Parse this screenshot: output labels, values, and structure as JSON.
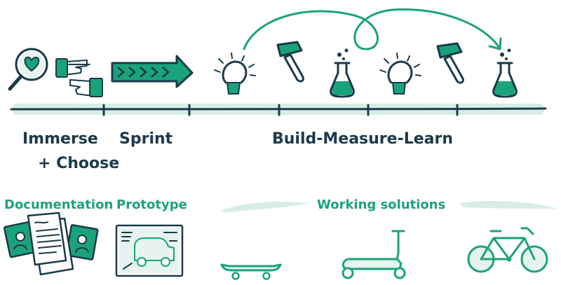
{
  "phases": {
    "immerse_line1": "Immerse",
    "immerse_line2": "+ Choose",
    "sprint": "Sprint",
    "build_measure_learn": "Build-Measure-Learn"
  },
  "outputs": {
    "documentation": "Documentation",
    "prototype": "Prototype",
    "working_solutions": "Working solutions"
  },
  "colors": {
    "ink": "#1b3a4b",
    "accent": "#1aa37a",
    "timeline_fill": "#d7ede6"
  },
  "icons": [
    "magnifier-heart-icon",
    "pointing-hands-icon",
    "chevron-arrow-icon",
    "lightbulb-icon",
    "hammer-icon",
    "flask-icon",
    "documents-icon",
    "prototype-sketch-icon",
    "skateboard-icon",
    "scooter-icon",
    "bicycle-icon"
  ]
}
